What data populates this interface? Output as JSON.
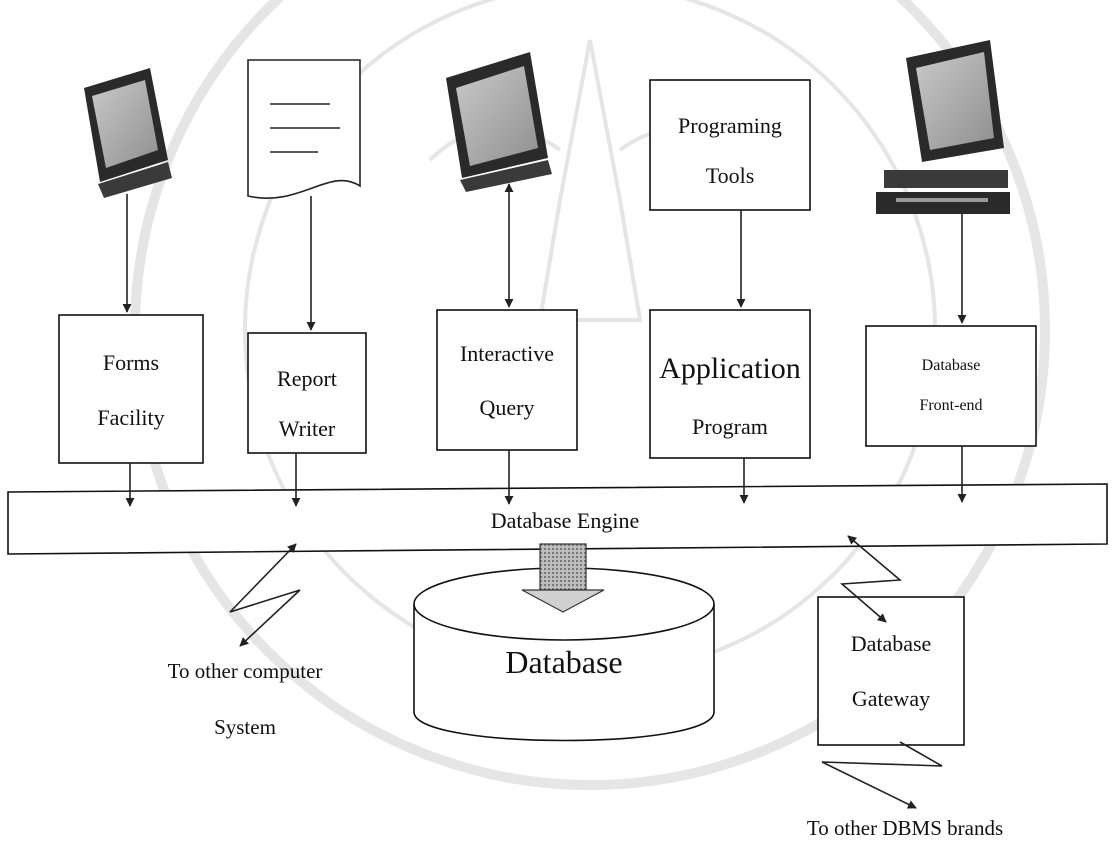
{
  "components": {
    "forms": {
      "line1": "Forms",
      "line2": "Facility"
    },
    "report": {
      "line1": "Report",
      "line2": "Writer"
    },
    "query": {
      "line1": "Interactive",
      "line2": "Query"
    },
    "application": {
      "line1": "Application",
      "line2": "Program"
    },
    "frontend": {
      "line1": "Database",
      "line2": "Front-end"
    },
    "tools": {
      "line1": "Programing",
      "line2": "Tools"
    },
    "engine": "Database Engine",
    "database": "Database",
    "gateway": {
      "line1": "Database",
      "line2": "Gateway"
    }
  },
  "external": {
    "other_computer": {
      "line1": "To other computer",
      "line2": "System"
    },
    "other_dbms": "To other DBMS brands"
  },
  "icons": [
    "monitor-icon",
    "document-icon",
    "monitor-icon",
    "desktop-computer-icon"
  ]
}
